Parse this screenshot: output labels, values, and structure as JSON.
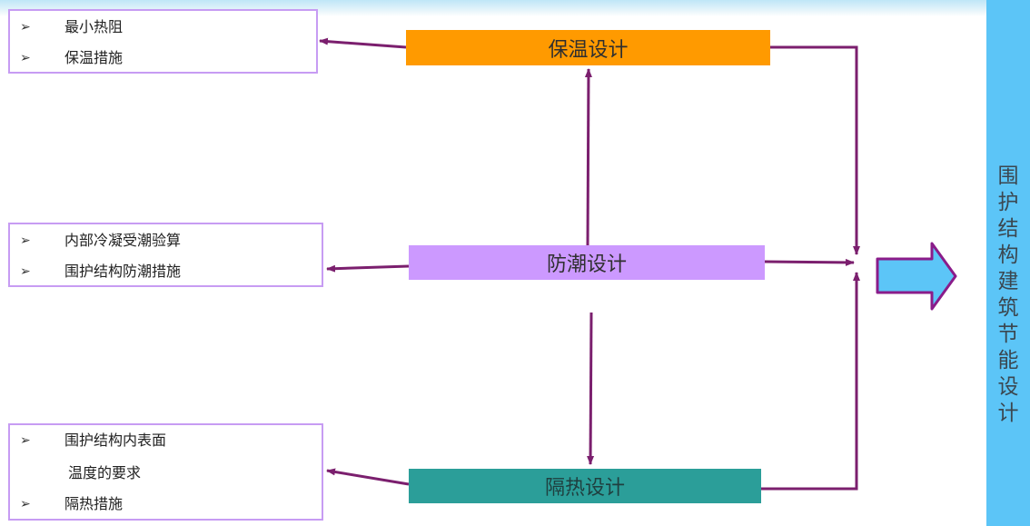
{
  "diagram": {
    "sidebar_title": [
      "围",
      "护",
      "结",
      "构",
      "建",
      "筑",
      "节",
      "能",
      "设",
      "计"
    ],
    "nodes": {
      "insulation": "保温设计",
      "moisture": "防潮设计",
      "heat": "隔热设计"
    },
    "lists": {
      "insulation": [
        {
          "marker": "➢",
          "text": "最小热阻"
        },
        {
          "marker": "➢",
          "text": "保温措施"
        }
      ],
      "moisture": [
        {
          "marker": "➢",
          "text": "内部冷凝受潮验算"
        },
        {
          "marker": "➢",
          "text": "围护结构防潮措施"
        }
      ],
      "heat": [
        {
          "marker": "➢",
          "text": "围护结构内表面"
        },
        {
          "marker": "",
          "text": "温度的要求"
        },
        {
          "marker": "➢",
          "text": "隔热措施"
        }
      ]
    },
    "colors": {
      "insulation": "#ff9a00",
      "moisture": "#cc99ff",
      "heat": "#2b9e99",
      "sidebar": "#5cc5f7",
      "connector": "#7b1f6e",
      "list_border": "#c79cf3",
      "big_arrow_fill": "#5cc5f7",
      "big_arrow_stroke": "#8a1c8a"
    }
  }
}
